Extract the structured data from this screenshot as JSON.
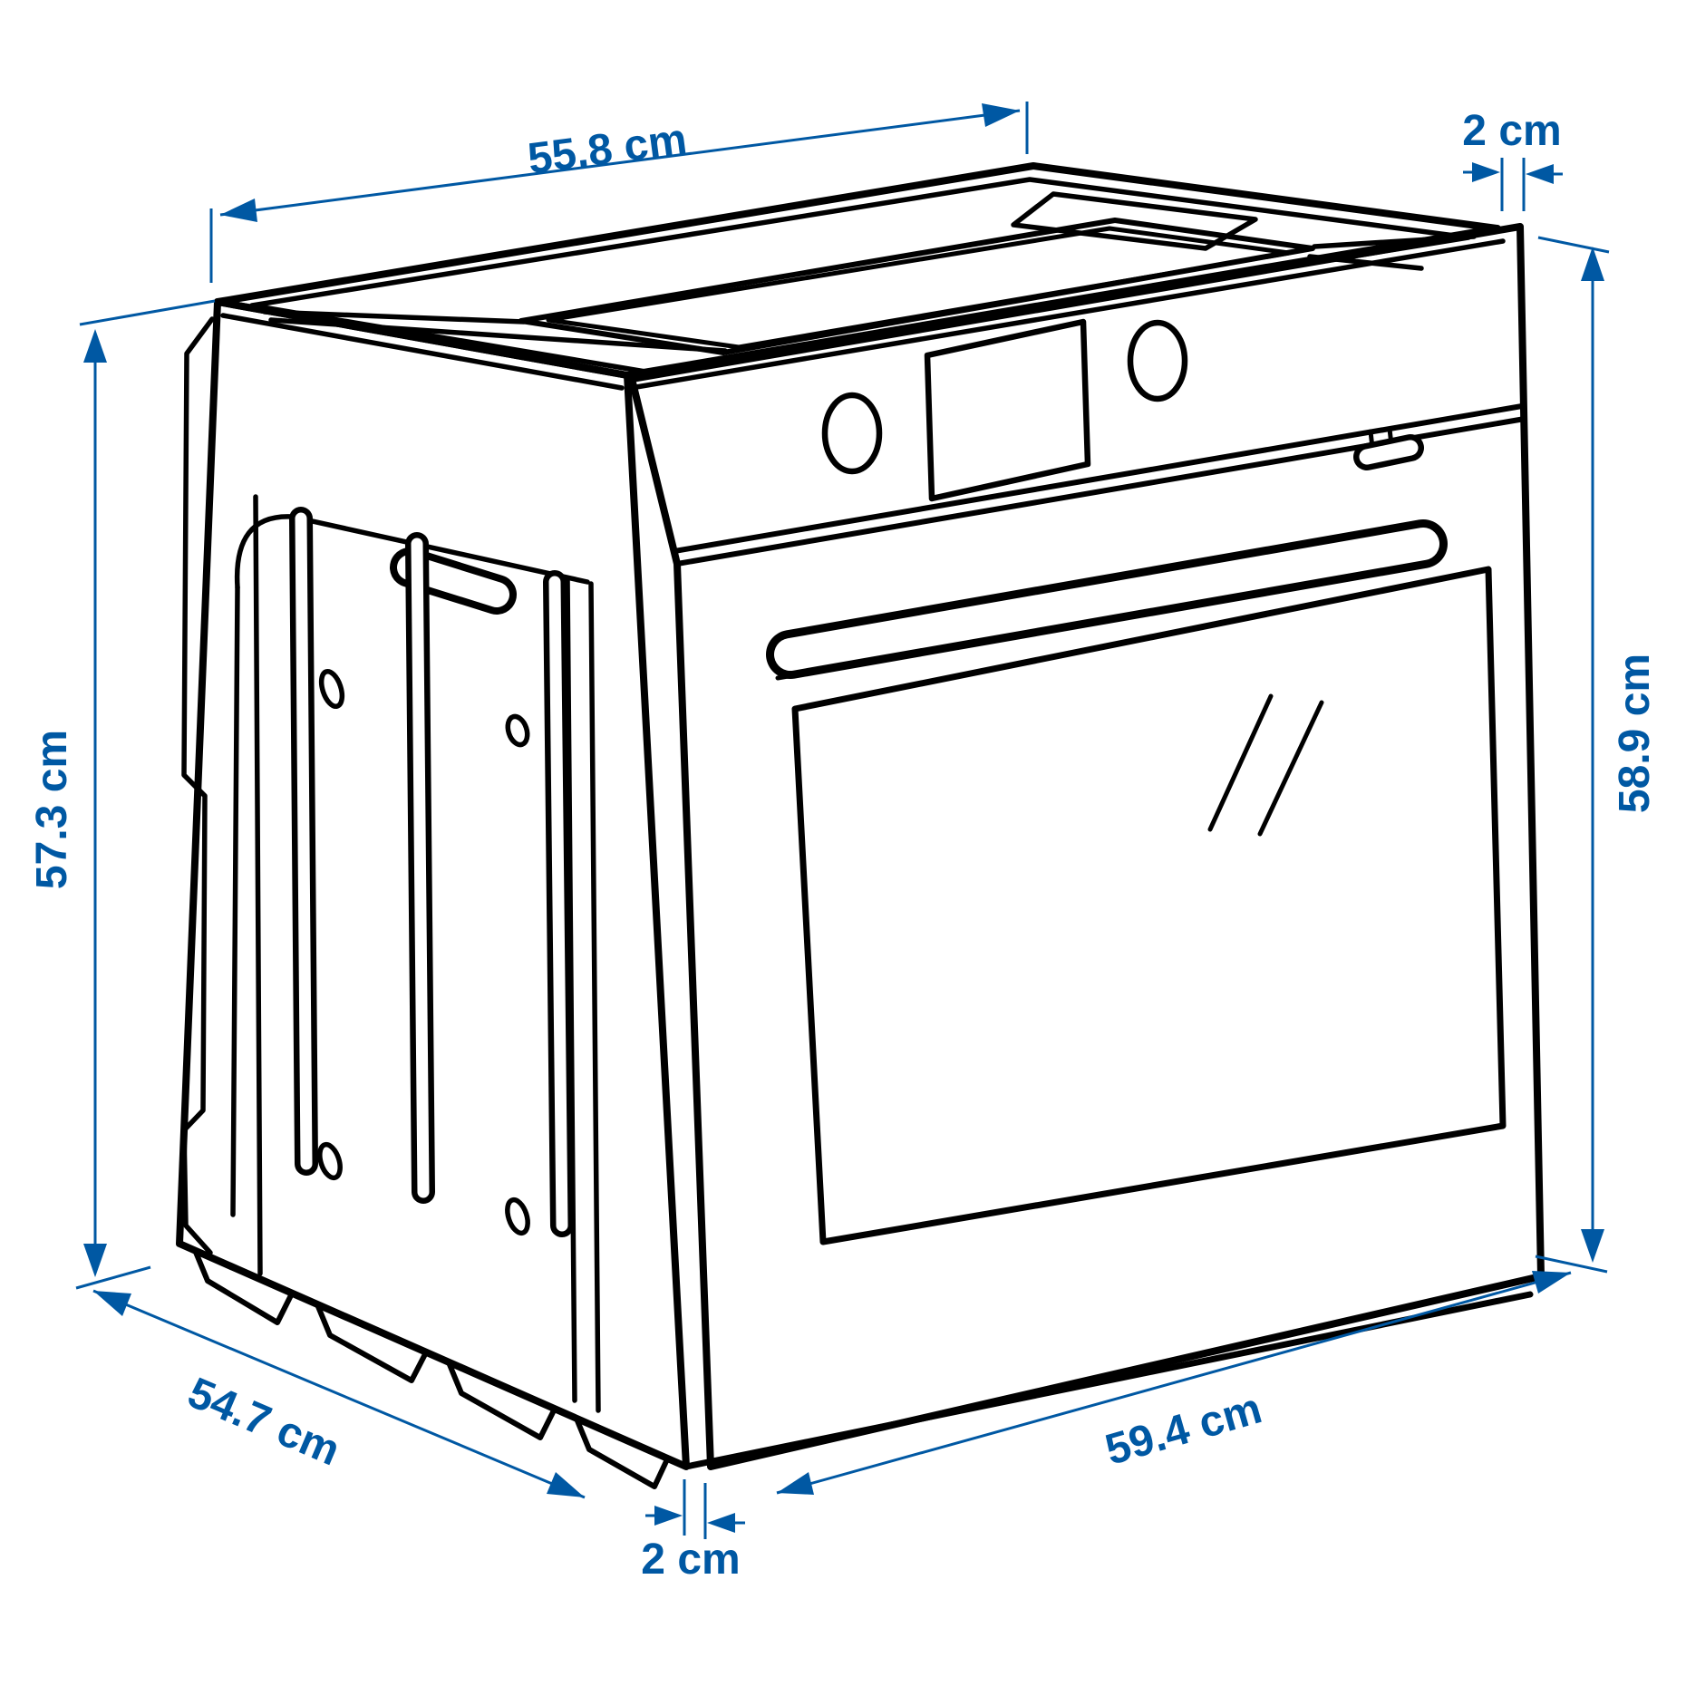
{
  "diagram": {
    "type": "product-dimension-line-drawing",
    "subject": "built-in-oven",
    "background_color": "#ffffff",
    "drawing_color": "#000000",
    "accent_color": "#0058a3",
    "unit": "cm",
    "dimensions": {
      "top_width": {
        "label": "55.8 cm",
        "value": 55.8,
        "unit": "cm",
        "measures": "top face width (back edge)"
      },
      "top_gap": {
        "label": "2 cm",
        "value": 2,
        "unit": "cm",
        "measures": "front panel overhang at top right"
      },
      "back_height": {
        "label": "57.3 cm",
        "value": 57.3,
        "unit": "cm",
        "measures": "cabinet side height (back edge)"
      },
      "side_depth": {
        "label": "54.7 cm",
        "value": 54.7,
        "unit": "cm",
        "measures": "side panel depth (bottom edge)"
      },
      "bottom_gap": {
        "label": "2 cm",
        "value": 2,
        "unit": "cm",
        "measures": "front panel overhang at bottom left"
      },
      "front_width": {
        "label": "59.4 cm",
        "value": 59.4,
        "unit": "cm",
        "measures": "front/door width (bottom edge)"
      },
      "front_height": {
        "label": "58.9 cm",
        "value": 58.9,
        "unit": "cm",
        "measures": "front panel height (right edge)"
      }
    }
  }
}
